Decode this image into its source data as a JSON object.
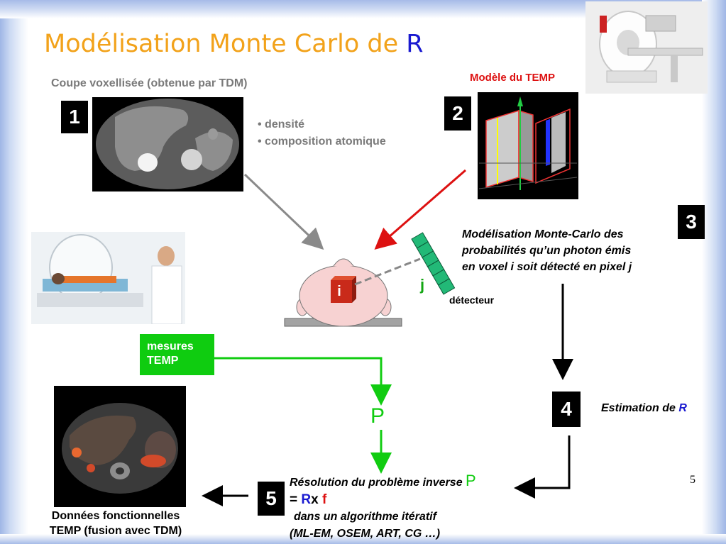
{
  "title": {
    "main": "Modélisation Monte Carlo de",
    "symbol": "R"
  },
  "ct_caption": "Coupe voxellisée (obtenue par TDM)",
  "step_numbers": [
    "1",
    "2",
    "3",
    "4",
    "5"
  ],
  "properties": [
    "densité",
    "composition atomique"
  ],
  "temp_model_label": "Modèle du TEMP",
  "voxel_label": "i",
  "pixel_label": "j",
  "detector_label": "détecteur",
  "step3_text": [
    "Modélisation Monte-Carlo des",
    "probabilités qu’un photon émis",
    "en voxel i soit détecté en pixel j"
  ],
  "measures": {
    "line1": "mesures",
    "line2": "TEMP"
  },
  "p_label": "P",
  "estimation": {
    "text": "Estimation de ",
    "symbol": "R"
  },
  "inverse": {
    "line1": "Résolution du problème inverse ",
    "p": "P",
    "eq_prefix": "= ",
    "eq_r": "R",
    "eq_x": "x ",
    "eq_f": "f",
    "line3": "dans un algorithme itératif",
    "line4": "(ML-EM, OSEM, ART, CG …)"
  },
  "functional_caption": {
    "line1": "Données fonctionnelles",
    "line2": "TEMP (fusion avec TDM)"
  },
  "page_number": "5",
  "colors": {
    "title": "#f2a21a",
    "accent_blue": "#1a1ad0",
    "red": "#dd1111",
    "green": "#0fcc10"
  }
}
